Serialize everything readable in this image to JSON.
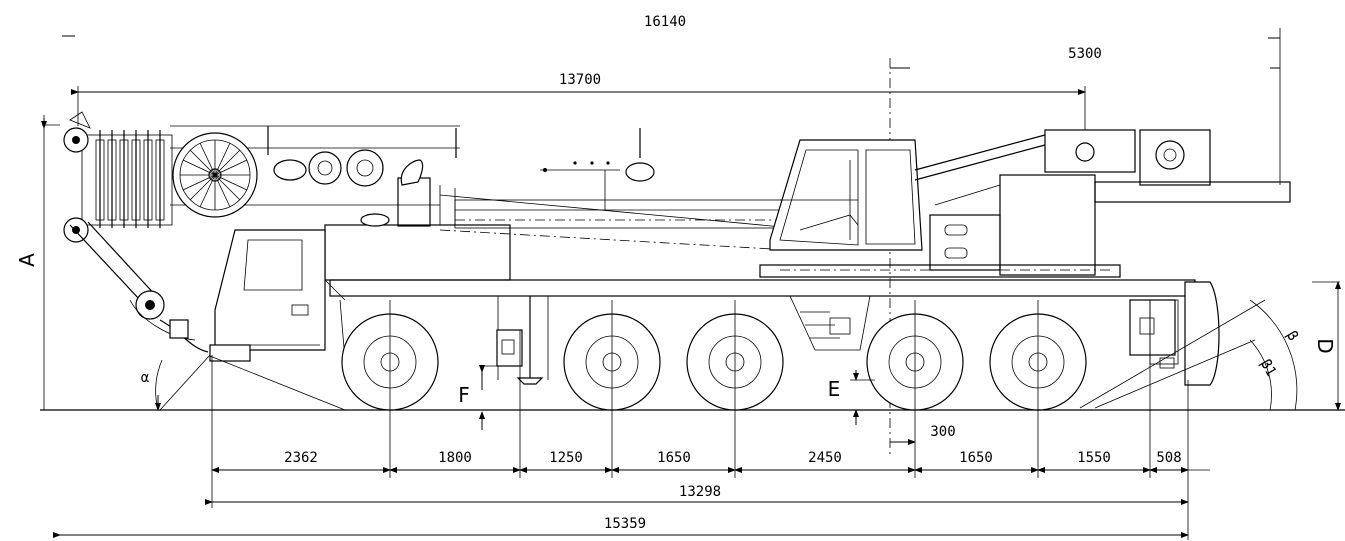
{
  "dimensions": {
    "overall_length_top": "16140",
    "boom_length": "13700",
    "rear_overhang_top": "5300",
    "chassis_length": "13298",
    "overall_length_bottom": "15359",
    "offset_300": "300",
    "segments": [
      "2362",
      "1800",
      "1250",
      "1650",
      "2450",
      "1650",
      "1550",
      "508"
    ]
  },
  "labels": {
    "A": "A",
    "D": "D",
    "E": "E",
    "F": "F",
    "alpha": "α",
    "beta": "β",
    "beta1": "β1"
  }
}
